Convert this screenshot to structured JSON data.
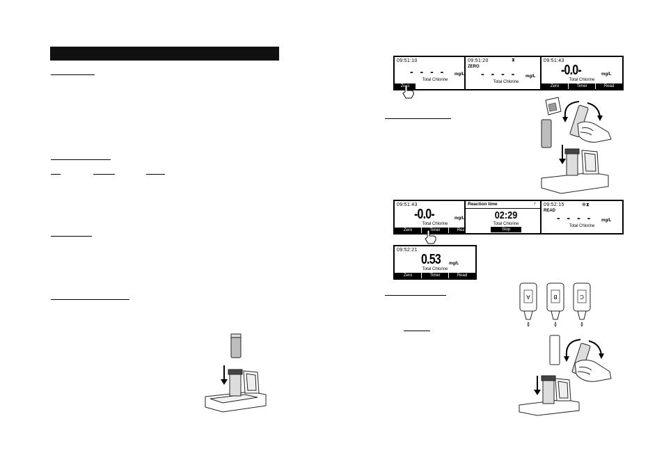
{
  "screens": {
    "s1": {
      "time": "09:51:10",
      "unit": "mg/L",
      "parameter": "Total Chlorine",
      "keys": [
        "Zero"
      ]
    },
    "s2": {
      "time": "09:51:20",
      "mode": "ZERO",
      "icon": "⧗",
      "unit": "mg/L",
      "parameter": "Total Chlorine"
    },
    "s3": {
      "time": "09:51:43",
      "value": "-0.0-",
      "unit": "mg/L",
      "parameter": "Total Chlorine",
      "keys": [
        "Zero",
        "Timer",
        "Read"
      ]
    },
    "s4": {
      "time": "09:51:43",
      "value": "-0.0-",
      "unit": "mg/L",
      "parameter": "Total Chlorine",
      "keys": [
        "Zero",
        "Timer",
        "Read"
      ]
    },
    "s5": {
      "title": "Reaction time",
      "icon": "♁",
      "timer": "02:29",
      "parameter": "Total Chlorine",
      "key": "Stop"
    },
    "s6": {
      "time": "09:52:15",
      "mode": "READ",
      "icon": "⊕⧗",
      "unit": "mg/L",
      "parameter": "Total Chlorine"
    },
    "s7": {
      "time": "09:52:21",
      "value": "0.53",
      "unit": "mg/L",
      "parameter": "Total Chlorine",
      "keys": [
        "Zero",
        "Timer",
        "Read"
      ]
    }
  },
  "reagent_bottles": [
    "A",
    "B",
    "C"
  ],
  "icons": [
    "hand-pointer-icon",
    "cuvette-icon",
    "meter-icon",
    "reagent-packet-icon",
    "reagent-bottle-icon",
    "rotation-arrow-icon",
    "down-arrow-icon"
  ]
}
